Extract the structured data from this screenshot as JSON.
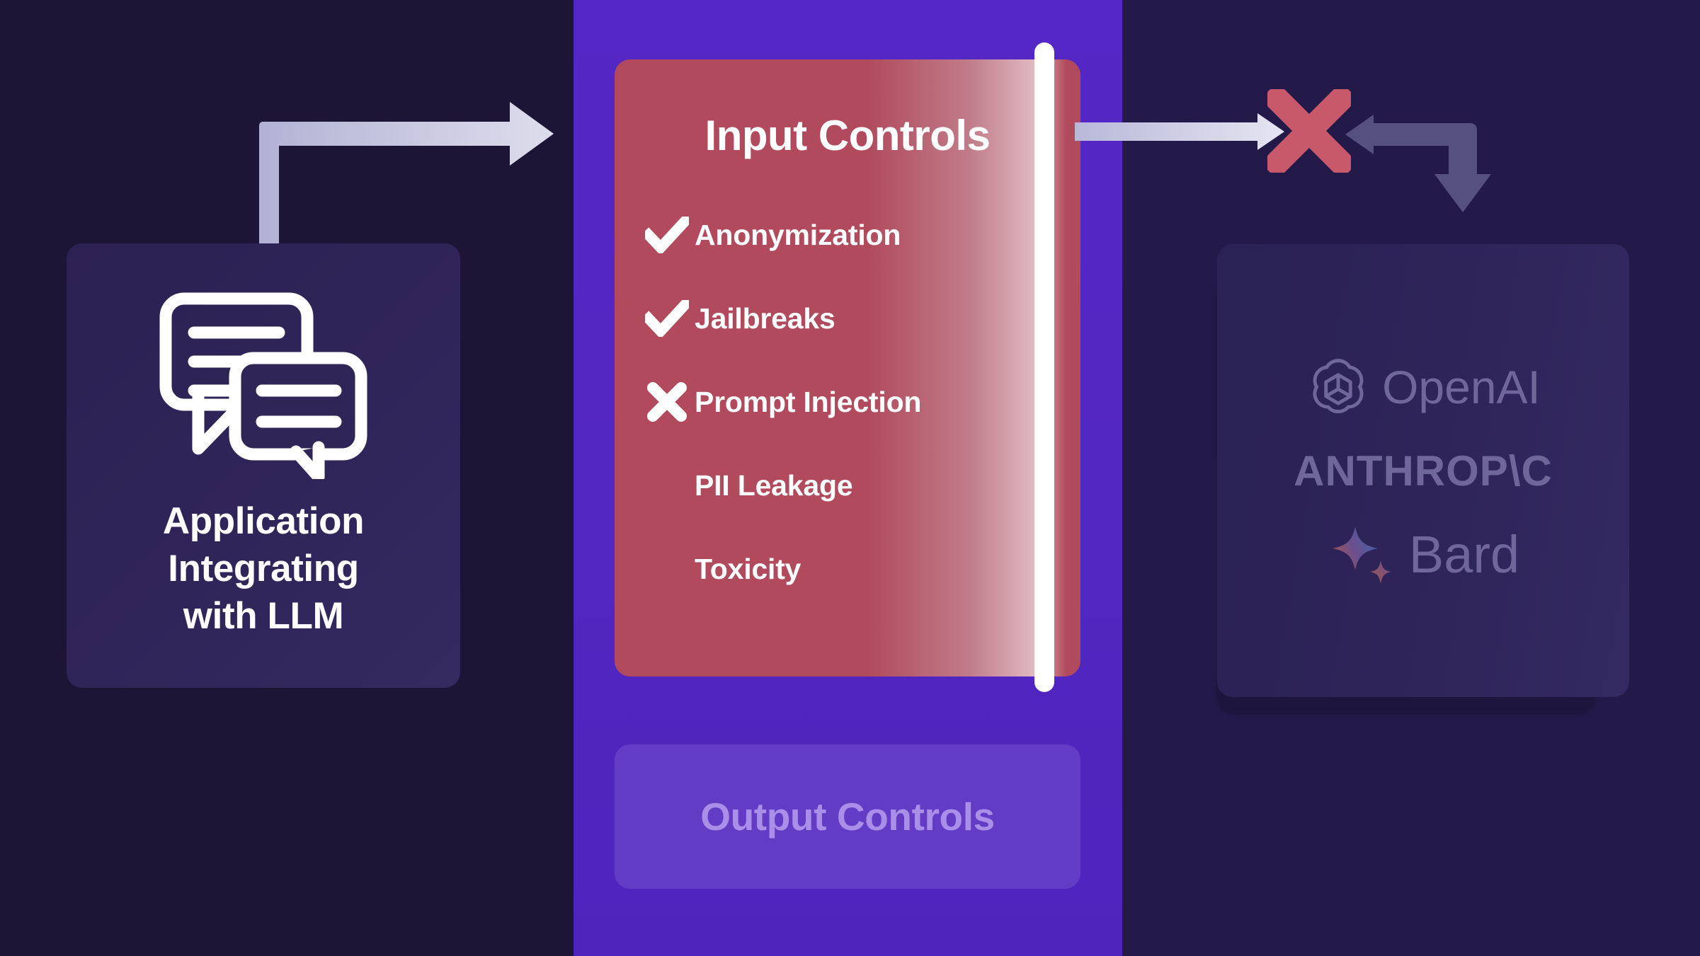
{
  "background": {
    "left_color": "#1c1535",
    "band_color": "#5226c0",
    "right_color": "#241a4a"
  },
  "app_card": {
    "icon": "chat-bubbles-icon",
    "title_lines": [
      "Application",
      "Integrating",
      "with LLM"
    ],
    "title": "Application Integrating with LLM"
  },
  "input_controls": {
    "title": "Input Controls",
    "items": [
      {
        "label": "Anonymization",
        "mark": "check",
        "state": "passed"
      },
      {
        "label": "Jailbreaks",
        "mark": "check",
        "state": "passed"
      },
      {
        "label": "Prompt Injection",
        "mark": "cross",
        "state": "blocked"
      },
      {
        "label": "PII Leakage",
        "mark": "none",
        "state": "pending"
      },
      {
        "label": "Toxicity",
        "mark": "none",
        "state": "pending"
      }
    ],
    "accent_color": "#b04a5c",
    "scanner_color": "#ffffff"
  },
  "output_controls": {
    "title": "Output Controls",
    "state": "disabled"
  },
  "llm_providers": {
    "items": [
      {
        "name": "OpenAI",
        "icon": "openai-logo-icon"
      },
      {
        "name": "ANTHROP\\C",
        "icon": "anthropic-wordmark-icon"
      },
      {
        "name": "Bard",
        "icon": "bard-sparkle-icon"
      }
    ],
    "text_color": "#6f679a"
  },
  "flow": {
    "arrow_in": {
      "name": "arrow-app-to-input",
      "color": "#bfbedd",
      "direction": "up-then-right"
    },
    "arrow_out": {
      "name": "arrow-input-to-block",
      "color": "#c3c2e2",
      "direction": "right"
    },
    "block_marker": {
      "name": "red-x-block-icon",
      "color": "#c7596a",
      "symbol": "X"
    },
    "arrow_blocked": {
      "name": "arrow-block-to-llm",
      "color": "#56507e",
      "direction": "left-then-down"
    }
  }
}
